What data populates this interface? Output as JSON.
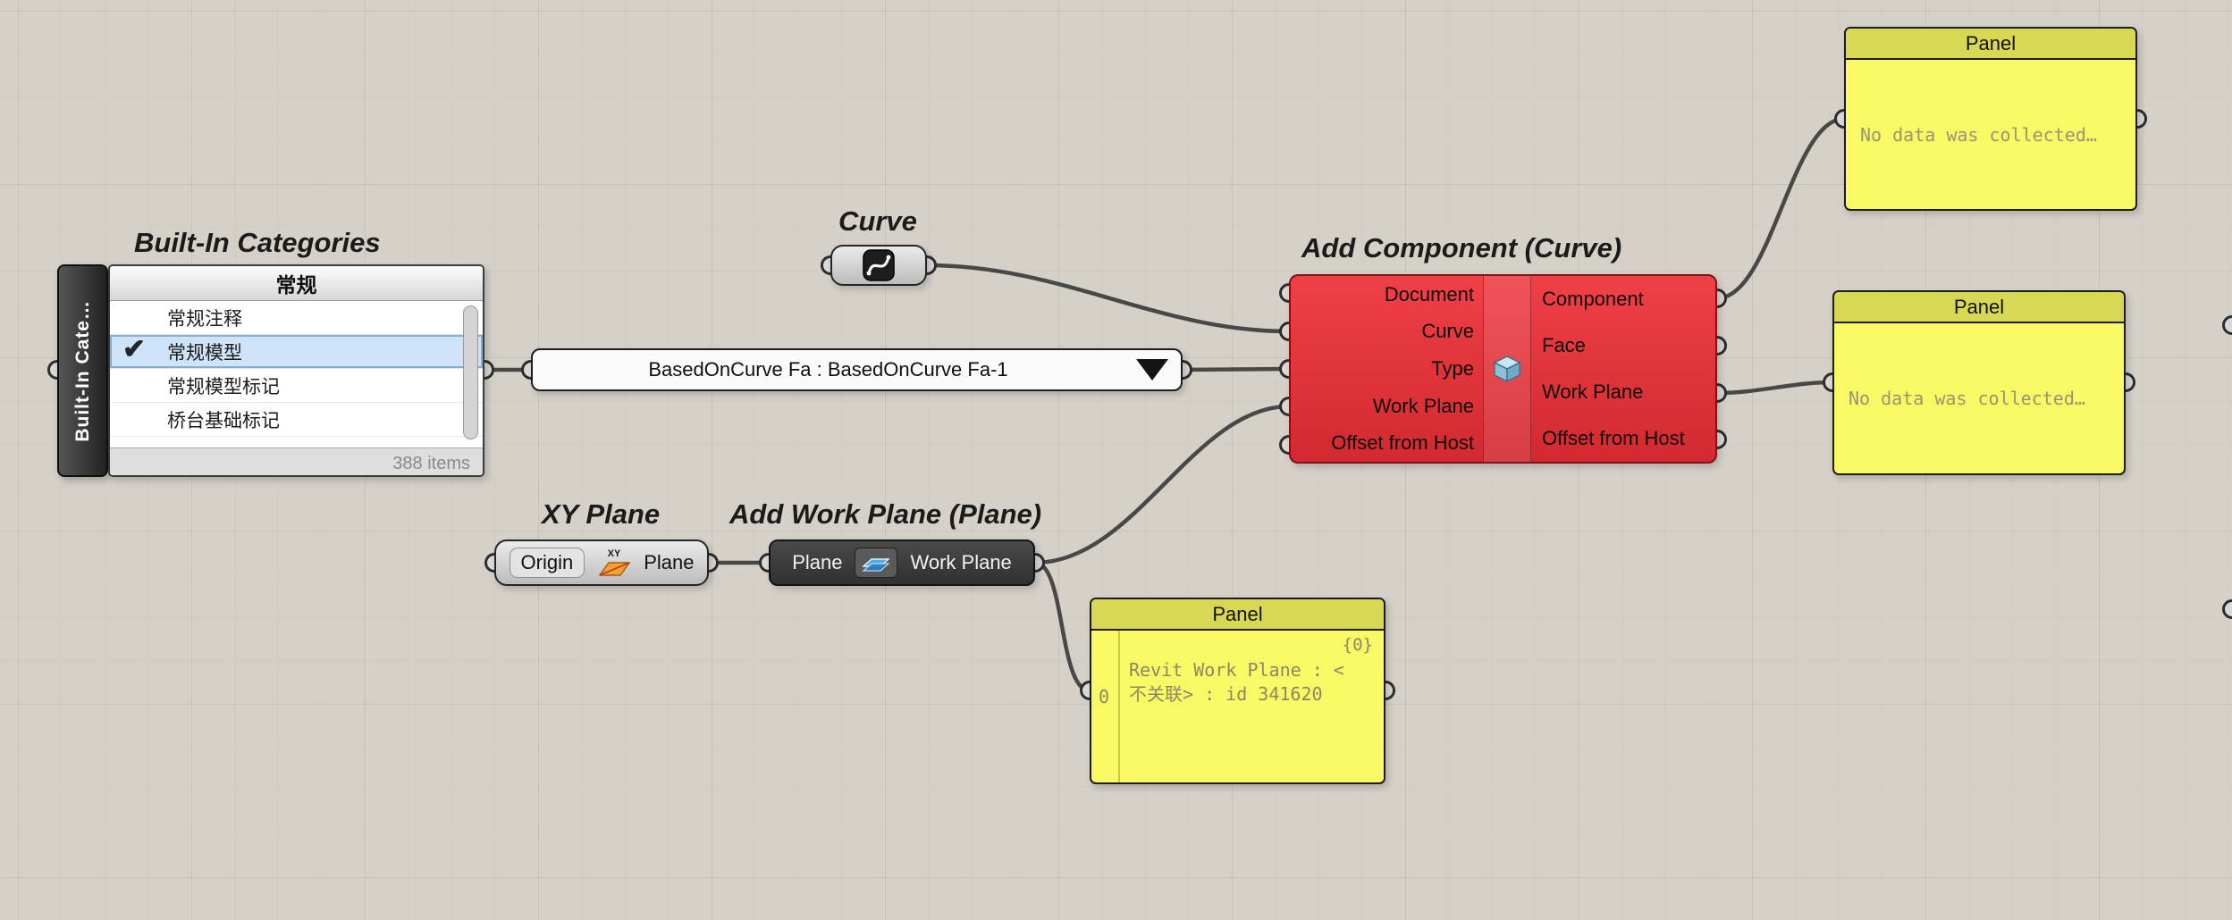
{
  "labels": {
    "builtin_categories": "Built-In Categories",
    "curve": "Curve",
    "xy_plane": "XY Plane",
    "add_work_plane": "Add Work Plane (Plane)",
    "add_component": "Add Component (Curve)"
  },
  "builtin_categories": {
    "tab": "Built-In Cate…",
    "header": "常规",
    "items": [
      "常规注释",
      "常规模型",
      "常规模型标记",
      "桥台基础标记"
    ],
    "selected_index": 1,
    "check": "✔",
    "footer": "388 items"
  },
  "value_list": {
    "text": "BasedOnCurve Fa : BasedOnCurve Fa-1"
  },
  "xy_plane": {
    "input": "Origin",
    "icon_text": "XY",
    "output": "Plane"
  },
  "add_work_plane": {
    "input": "Plane",
    "output": "Work Plane"
  },
  "add_component": {
    "inputs": [
      "Document",
      "Curve",
      "Type",
      "Work Plane",
      "Offset from Host"
    ],
    "outputs": [
      "Component",
      "Face",
      "Work Plane",
      "Offset from Host"
    ]
  },
  "panel_top": {
    "title": "Panel",
    "content": "No data was collected…"
  },
  "panel_mid": {
    "title": "Panel",
    "content": "No data was collected…"
  },
  "panel_bottom": {
    "title": "Panel",
    "path": "{0}",
    "index": "0",
    "line1": "Revit Work Plane : <",
    "line2": "不关联> : id 341620"
  }
}
